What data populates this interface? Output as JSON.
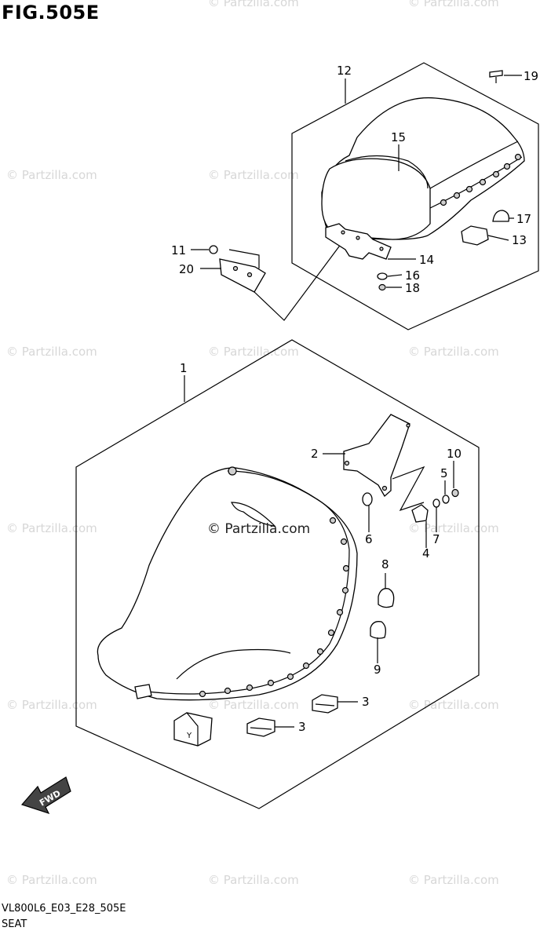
{
  "figure": {
    "title": "FIG.505E",
    "code": "VL800L6_E03_E28_505E",
    "name": "SEAT"
  },
  "watermark": {
    "text": "© Partzilla.com",
    "center_text": "© Partzilla.com"
  },
  "fwd_label": "FWD",
  "tag_label": "Y",
  "callouts": {
    "c1": "1",
    "c2": "2",
    "c3a": "3",
    "c3b": "3",
    "c4": "4",
    "c5": "5",
    "c6": "6",
    "c7": "7",
    "c8": "8",
    "c9": "9",
    "c10": "10",
    "c11": "11",
    "c12": "12",
    "c13": "13",
    "c14": "14",
    "c15": "15",
    "c16": "16",
    "c17": "17",
    "c18": "18",
    "c19": "19",
    "c20": "20"
  }
}
